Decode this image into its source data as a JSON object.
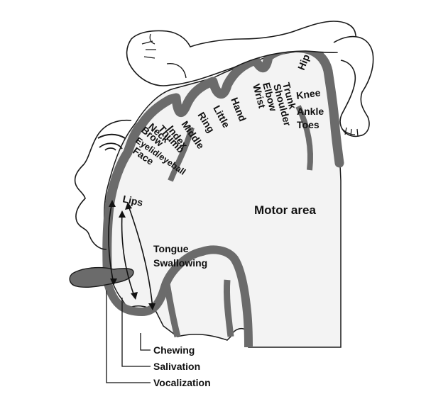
{
  "diagram": {
    "title": "Motor area",
    "top_labels": [
      "Hip",
      "Trunk",
      "Shoulder",
      "Elbow",
      "Wrist",
      "Hand",
      "Little",
      "Ring",
      "Middle",
      "Index",
      "Thumb",
      "Neck",
      "Brow",
      "Eyelid/eyeball",
      "Face"
    ],
    "side_labels": [
      "Knee",
      "Ankle",
      "Toes"
    ],
    "mouth_labels": [
      "Lips",
      "Tongue",
      "Swallowing"
    ],
    "bottom_labels": [
      "Chewing",
      "Salivation",
      "Vocalization"
    ],
    "colors": {
      "gyrus_band": "#6b6b6b",
      "cortex_fill": "#f3f3f3",
      "outline": "#1a1a1a"
    },
    "icons": [
      "hand-icon",
      "foot-icon",
      "face-icon",
      "tongue-icon"
    ]
  }
}
